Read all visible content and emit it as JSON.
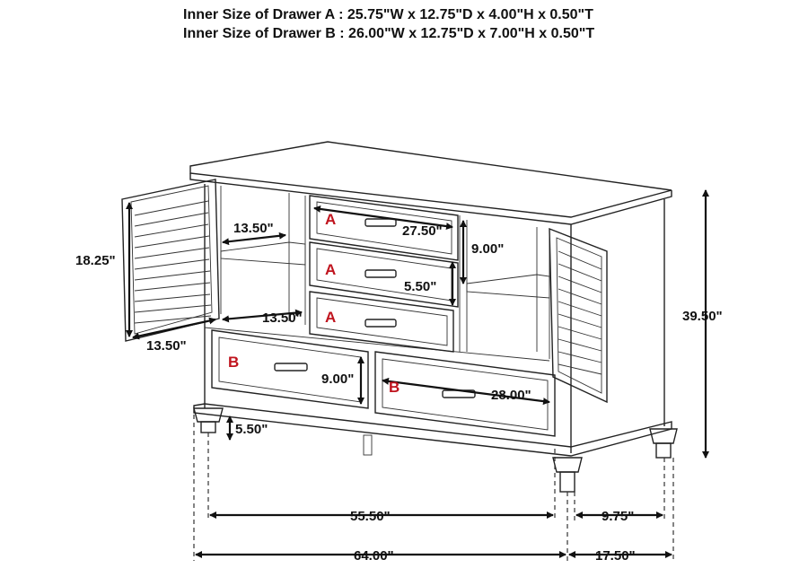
{
  "spec": {
    "drawer_a": "Inner Size of Drawer A : 25.75\"W x 12.75\"D x 4.00\"H x 0.50\"T",
    "drawer_b": "Inner Size of Drawer B : 26.00\"W x 12.75\"D x 7.00\"H x 0.50\"T"
  },
  "labels": {
    "drawer_a": "A",
    "drawer_b": "B"
  },
  "dims": {
    "door_height": "18.25\"",
    "door_width": "13.50\"",
    "shelf_depth_upper": "13.50\"",
    "shelf_depth_lower": "13.50\"",
    "drawer_a_width": "27.50\"",
    "drawer_a_height": "5.50\"",
    "side_shelf_gap": "9.00\"",
    "drawer_b_height": "9.00\"",
    "drawer_b_width": "28.00\"",
    "leg_height": "5.50\"",
    "overall_height": "39.50\"",
    "inner_width": "55.50\"",
    "overall_width": "64.00\"",
    "inner_depth": "9.75\"",
    "overall_depth": "17.50\""
  },
  "colors": {
    "label_red": "#c0141e",
    "line": "#222222"
  }
}
